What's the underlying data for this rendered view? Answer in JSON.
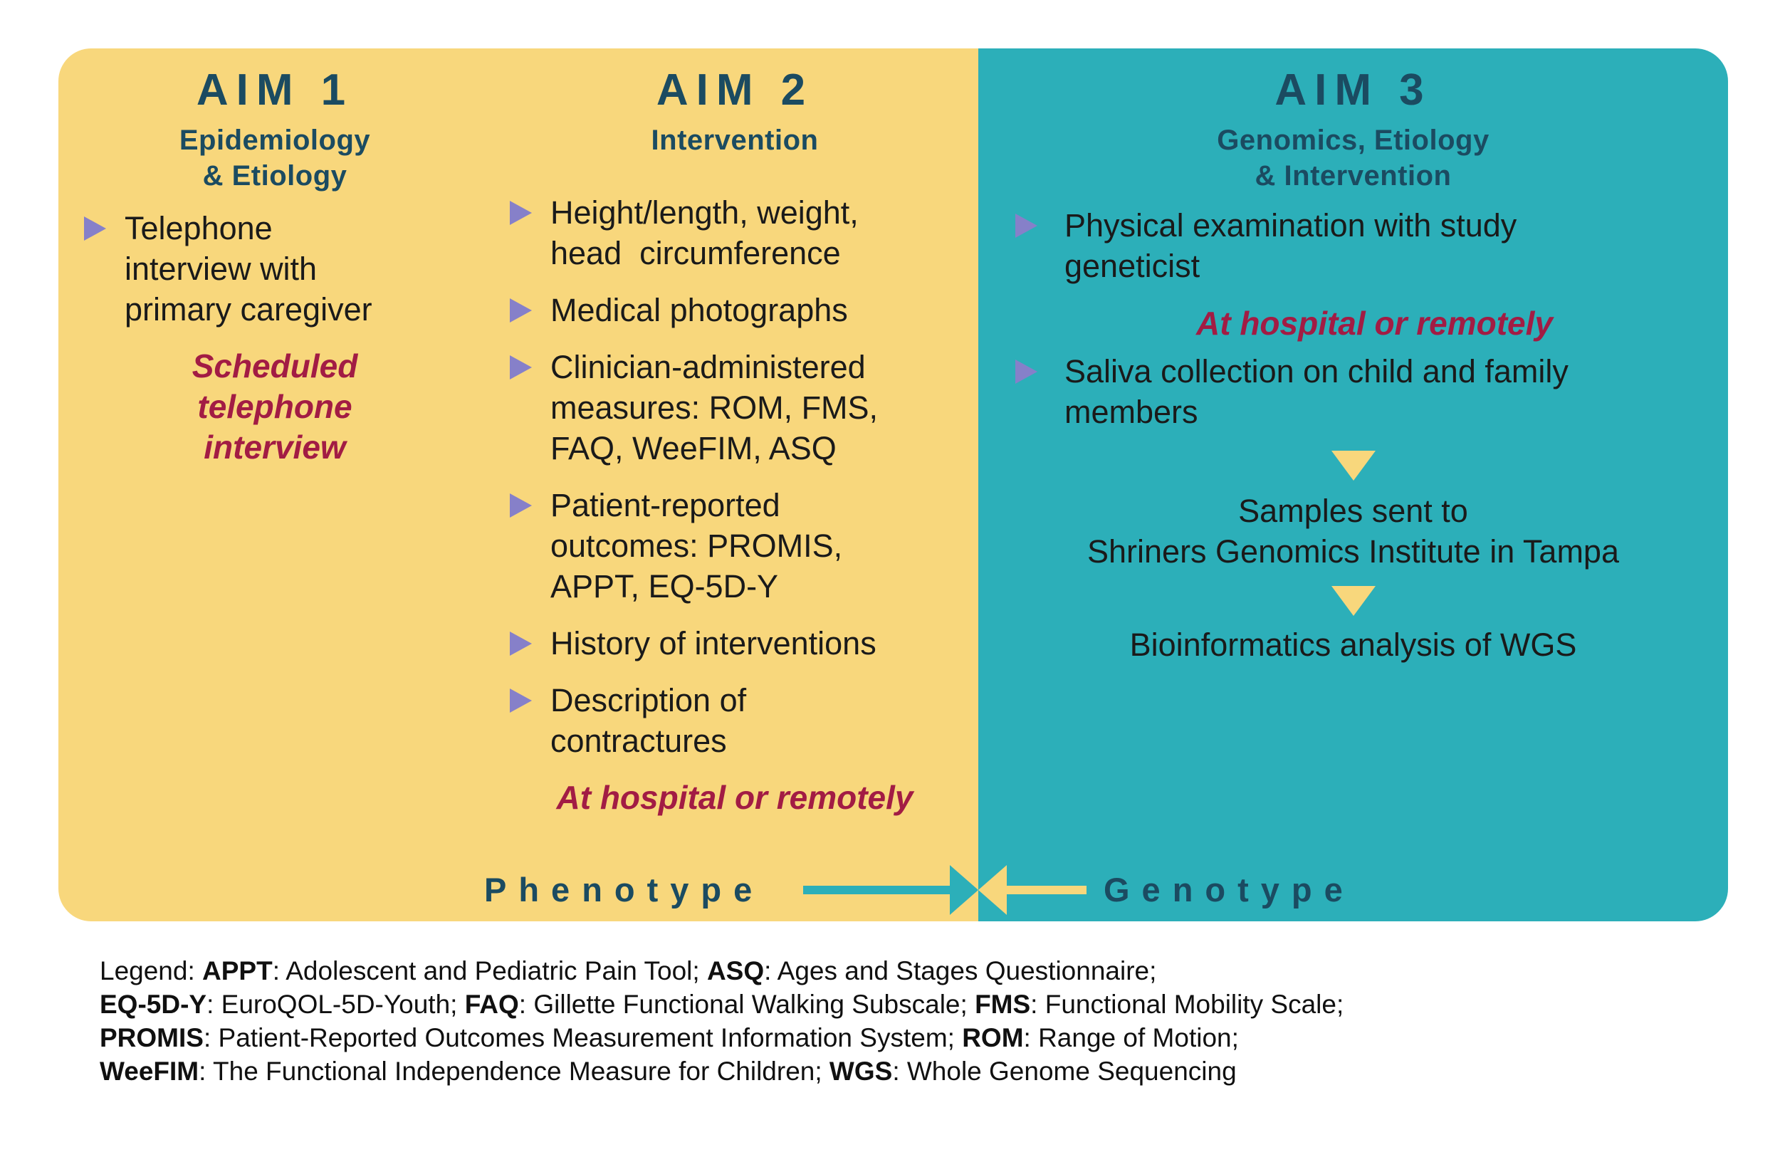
{
  "panel": {
    "aim1": {
      "title": "AIM 1",
      "subtitle": "Epidemiology\n& Etiology",
      "bullets": [
        "Telephone\ninterview with\nprimary caregiver"
      ],
      "note": "Scheduled\ntelephone\ninterview"
    },
    "aim2": {
      "title": "AIM 2",
      "subtitle": "Intervention",
      "bullets": [
        "Height/length, weight,\nhead  circumference",
        "Medical photographs",
        "Clinician-administered\nmeasures: ROM, FMS,\nFAQ, WeeFIM, ASQ",
        "Patient-reported\noutcomes: PROMIS,\nAPPT, EQ-5D-Y",
        "History of interventions",
        "Description of\ncontractures"
      ],
      "note": "At hospital or remotely"
    },
    "aim3": {
      "title": "AIM 3",
      "subtitle": "Genomics, Etiology\n& Intervention",
      "bullets": [
        "Physical examination with study\ngeneticist",
        "Saliva collection on child and family\nmembers"
      ],
      "note": "At hospital or remotely",
      "flow": [
        "Samples sent to\nShriners Genomics Institute in Tampa",
        "Bioinformatics analysis of WGS"
      ]
    },
    "footer": {
      "phenotype": "Phenotype",
      "genotype": "Genotype"
    }
  },
  "legend": {
    "lines": [
      [
        "Legend: ",
        "APPT",
        ": Adolescent and Pediatric Pain Tool; ",
        "ASQ",
        ": Ages and Stages Questionnaire;"
      ],
      [
        "EQ-5D-Y",
        ": EuroQOL-5D-Youth; ",
        "FAQ",
        ": Gillette Functional Walking Subscale; ",
        "FMS",
        ": Functional Mobility Scale;"
      ],
      [
        "PROMIS",
        ": Patient-Reported Outcomes Measurement Information System; ",
        "ROM",
        ": Range of Motion;"
      ],
      [
        "WeeFIM",
        ": The Functional Independence Measure for Children; ",
        "WGS",
        ": Whole Genome Sequencing"
      ]
    ]
  },
  "colors": {
    "yellow": "#F8D77C",
    "teal": "#2CAFB9",
    "heading_navy": "#1B4B61",
    "red_accent": "#A21C44",
    "bullet_purple": "#8680C9",
    "body_text": "#1a1a1a",
    "background": "#ffffff"
  }
}
